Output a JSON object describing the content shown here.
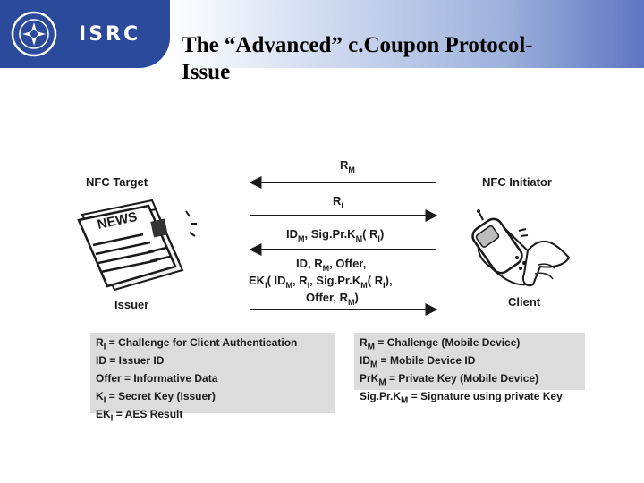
{
  "header": {
    "logo_text": "ISRC",
    "title_line1": "The “Advanced” c.Coupon Protocol-",
    "title_line2": "Issue",
    "accent_color": "#2b4a9c"
  },
  "diagram": {
    "left_party": "NFC Target",
    "left_role": "Issuer",
    "right_party": "NFC Initiator",
    "right_role": "Client",
    "newspaper_word": "NEWS",
    "messages": {
      "m1": "R",
      "m1_sub": "M",
      "m2": "R",
      "m2_sub": "I",
      "m3_parts": [
        "ID",
        "M",
        ", Sig.Pr.K",
        "M",
        "( R",
        "I",
        ")"
      ],
      "m4_line1_parts": [
        "ID, R",
        "M",
        ", Offer,"
      ],
      "m4_line2_parts": [
        "EK",
        "I",
        "( ID",
        "M",
        ", R",
        "I",
        ", Sig.Pr.K",
        "M",
        "( R",
        "I",
        "),"
      ],
      "m4_line3_parts": [
        "Offer, R",
        "M",
        ")"
      ]
    }
  },
  "legend_left": [
    {
      "sym": "R",
      "sub": "I",
      "text": " = Challenge for Client Authentication"
    },
    {
      "sym": "ID",
      "sub": "",
      "text": " = Issuer ID"
    },
    {
      "sym": "Offer",
      "sub": "",
      "text": " = Informative Data"
    },
    {
      "sym": "K",
      "sub": "I",
      "text": " = Secret Key (Issuer)"
    },
    {
      "sym": "EK",
      "sub": "I",
      "text": " = AES Result"
    }
  ],
  "legend_right": [
    {
      "sym": "R",
      "sub": "M",
      "text": " = Challenge (Mobile Device)"
    },
    {
      "sym": "ID",
      "sub": "M",
      "text": " = Mobile Device ID"
    },
    {
      "sym": "PrK",
      "sub": "M",
      "text": " = Private Key (Mobile Device)"
    },
    {
      "sym": "Sig.Pr.K",
      "sub": "M",
      "text": " = Signature using private Key"
    }
  ]
}
